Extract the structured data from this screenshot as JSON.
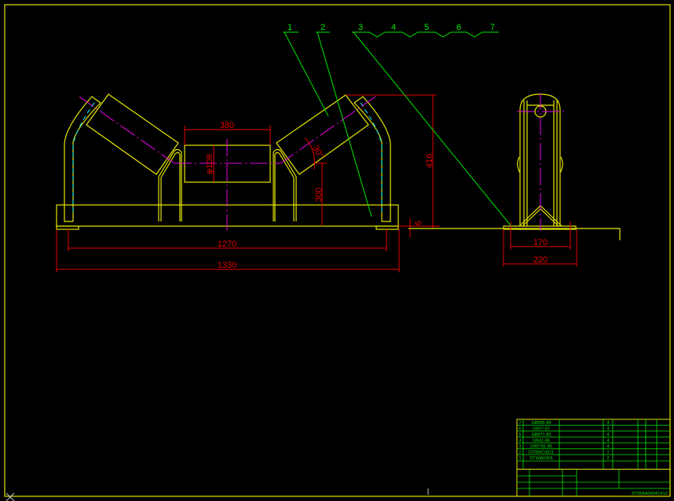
{
  "drawing": {
    "balloons": [
      "1",
      "2",
      "3",
      "4",
      "5",
      "6",
      "7"
    ],
    "dimensions": {
      "roller_length": "380",
      "roller_diameter": "φ108",
      "trough_angle": "30°",
      "center_height": "300",
      "total_height": "416",
      "base_thickness": "6",
      "hole_spacing": "1270",
      "overall_length": "1330",
      "side_hole_spacing": "170",
      "side_width": "220"
    }
  },
  "title_block": {
    "parts": [
      {
        "no": "7",
        "code": "GB895-88",
        "qty": "4"
      },
      {
        "no": "6",
        "code": "GB97-87",
        "qty": "4"
      },
      {
        "no": "5",
        "code": "GB871-85",
        "qty": "4"
      },
      {
        "no": "4",
        "code": "GB41-86",
        "qty": "4"
      },
      {
        "no": "3",
        "code": "GB5781-86",
        "qty": "4"
      },
      {
        "no": "2",
        "code": "DTII06C0811",
        "qty": "1"
      },
      {
        "no": "1",
        "code": "DTII6A0405",
        "qty": "2"
      }
    ],
    "drawing_number": "DTII06A0604C413"
  },
  "colors": {
    "outline": "#e6e600",
    "dimension": "#e60000",
    "leader": "#00e600",
    "centerline": "#e600e6",
    "hidden": "#00d8d8"
  }
}
